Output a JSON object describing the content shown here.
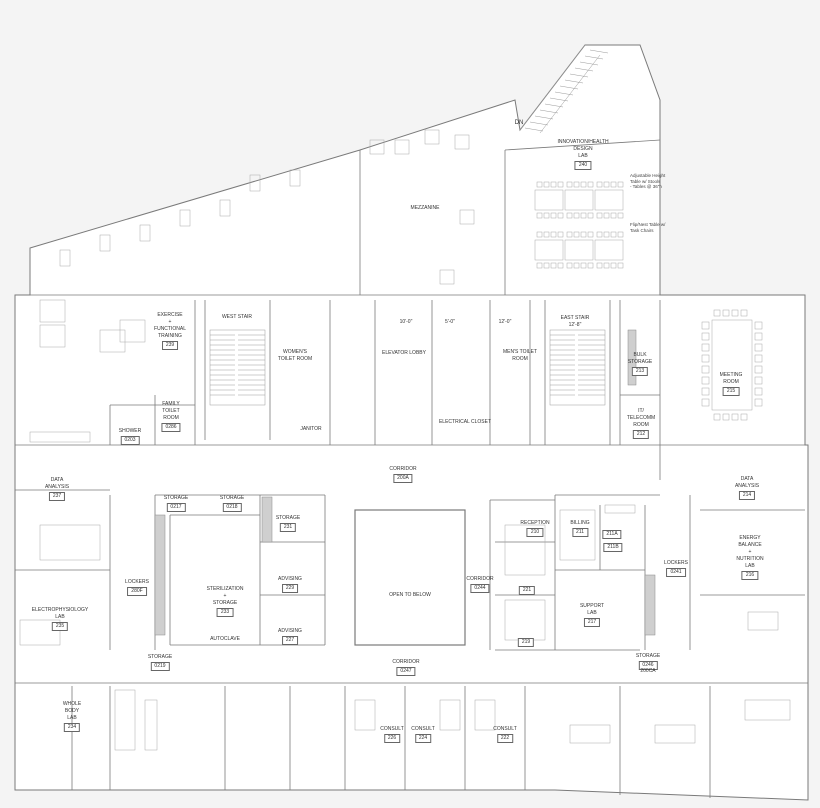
{
  "colors": {
    "background": "#f4f4f4",
    "floor": "#ffffff",
    "wall": "#7a7a7a",
    "detail": "#a8a8a8",
    "hatch": "#9a9a9a"
  },
  "stair_label": "DN",
  "rooms": [
    {
      "id": "exercise",
      "name": "EXERCISE\n+\nFUNCTIONAL\nTRAINING",
      "number": "239"
    },
    {
      "id": "west-stair",
      "name": "WEST STAIR",
      "number": ""
    },
    {
      "id": "womens-toilet",
      "name": "WOMEN'S\nTOILET ROOM",
      "number": ""
    },
    {
      "id": "elevator-lobby",
      "name": "ELEVATOR LOBBY",
      "number": ""
    },
    {
      "id": "mens-toilet",
      "name": "MEN'S TOILET\nROOM",
      "number": ""
    },
    {
      "id": "east-stair",
      "name": "EAST STAIR\n12'-8\"",
      "number": ""
    },
    {
      "id": "bulk-storage",
      "name": "BULK\nSTORAGE",
      "number": "213"
    },
    {
      "id": "it-telecomm",
      "name": "IT/\nTELECOMM\nROOM",
      "number": "212"
    },
    {
      "id": "meeting-room",
      "name": "MEETING\nROOM",
      "number": "215"
    },
    {
      "id": "family-toilet",
      "name": "FAMILY\nTOILET\nROOM",
      "number": "0286"
    },
    {
      "id": "shower",
      "name": "SHOWER",
      "number": "0203"
    },
    {
      "id": "janitor",
      "name": "JANITOR",
      "number": ""
    },
    {
      "id": "electrical-closet",
      "name": "ELECTRICAL CLOSET",
      "number": ""
    },
    {
      "id": "corridor-200a",
      "name": "CORRIDOR",
      "number": "200A"
    },
    {
      "id": "data-analysis-237",
      "name": "DATA\nANALYSIS",
      "number": "237"
    },
    {
      "id": "data-analysis-214",
      "name": "DATA\nANALYSIS",
      "number": "214"
    },
    {
      "id": "innovation-lab",
      "name": "INNOVATION/HEALTH\nDESIGN\nLAB",
      "number": "240"
    },
    {
      "id": "mezzanine",
      "name": "MEZZANINE",
      "number": ""
    },
    {
      "id": "storage-0217",
      "name": "STORAGE",
      "number": "0217"
    },
    {
      "id": "storage-0218",
      "name": "STORAGE",
      "number": "0218"
    },
    {
      "id": "storage-231",
      "name": "STORAGE",
      "number": "231"
    },
    {
      "id": "advising-229",
      "name": "ADVISING",
      "number": "229"
    },
    {
      "id": "advising-227",
      "name": "ADVISING",
      "number": "227"
    },
    {
      "id": "sterilization",
      "name": "STERILIZATION\n+\nSTORAGE",
      "number": "233"
    },
    {
      "id": "lockers-280f",
      "name": "LOCKERS",
      "number": "280F"
    },
    {
      "id": "autoclave",
      "name": "AUTOCLAVE",
      "number": ""
    },
    {
      "id": "storage-0219",
      "name": "STORAGE",
      "number": "0219"
    },
    {
      "id": "electrophysiology",
      "name": "ELECTROPHYSIOLOGY\nLAB",
      "number": "235"
    },
    {
      "id": "open-to-below",
      "name": "OPEN TO BELOW",
      "number": ""
    },
    {
      "id": "corridor-0244",
      "name": "CORRIDOR",
      "number": "0244"
    },
    {
      "id": "reception",
      "name": "RECEPTION",
      "number": "210"
    },
    {
      "id": "billing",
      "name": "BILLING",
      "number": "211"
    },
    {
      "id": "room-211a",
      "name": "",
      "number": "211a"
    },
    {
      "id": "room-211b",
      "name": "",
      "number": "211b"
    },
    {
      "id": "room-221",
      "name": "",
      "number": "221"
    },
    {
      "id": "room-219",
      "name": "",
      "number": "219"
    },
    {
      "id": "support-lab",
      "name": "SUPPORT\nLAB",
      "number": "217"
    },
    {
      "id": "lockers-0241",
      "name": "LOCKERS",
      "number": "0241"
    },
    {
      "id": "storage-0246",
      "name": "STORAGE",
      "number": "0246"
    },
    {
      "id": "energy-lab",
      "name": "ENERGY\nBALANCE\n+\nNUTRITION\nLAB",
      "number": "216"
    },
    {
      "id": "corridor-0247",
      "name": "CORRIDOR",
      "number": "0247"
    },
    {
      "id": "whole-body-lab",
      "name": "WHOLE\nBODY\nLAB",
      "number": "234"
    },
    {
      "id": "consult-226",
      "name": "CONSULT",
      "number": "226"
    },
    {
      "id": "consult-224",
      "name": "CONSULT",
      "number": "224"
    },
    {
      "id": "consult-222",
      "name": "CONSULT",
      "number": "222"
    }
  ],
  "extra_labels": {
    "storage_0246_sub": "200CA",
    "dim_10": "10'-0\"",
    "dim_5": "5'-0\"",
    "dim_12": "12'-0\""
  },
  "notes": {
    "adjustable_table": "Adjustable Height\nTable w/ Stools\n- Tables @ 36\"h",
    "flip_table": "Flip/Nest Table w/\nTask Chairs"
  }
}
